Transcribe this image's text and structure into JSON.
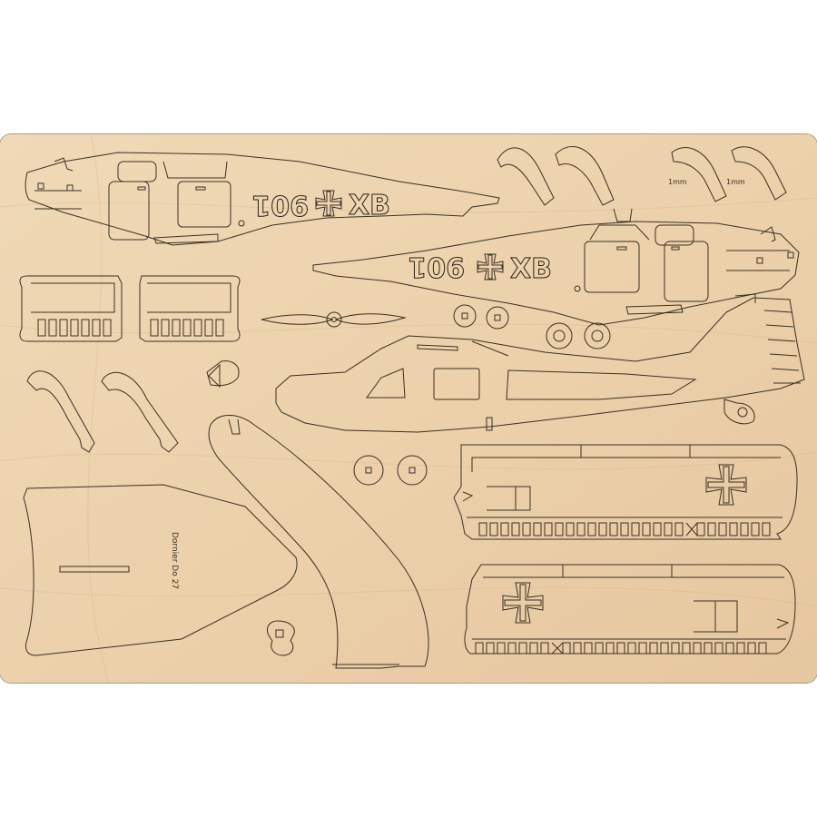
{
  "product": {
    "model_name": "Dornier Do 27",
    "registration_left": "XB",
    "registration_right": "901",
    "thickness_labels": [
      "1mm",
      "1mm"
    ]
  },
  "colors": {
    "plywood": "#ecd3af",
    "plywood_dark": "#e0c29a",
    "cut_line": "#3a3024"
  },
  "icons": [
    "iron-cross-icon",
    "propeller-icon",
    "wheel-icon"
  ]
}
